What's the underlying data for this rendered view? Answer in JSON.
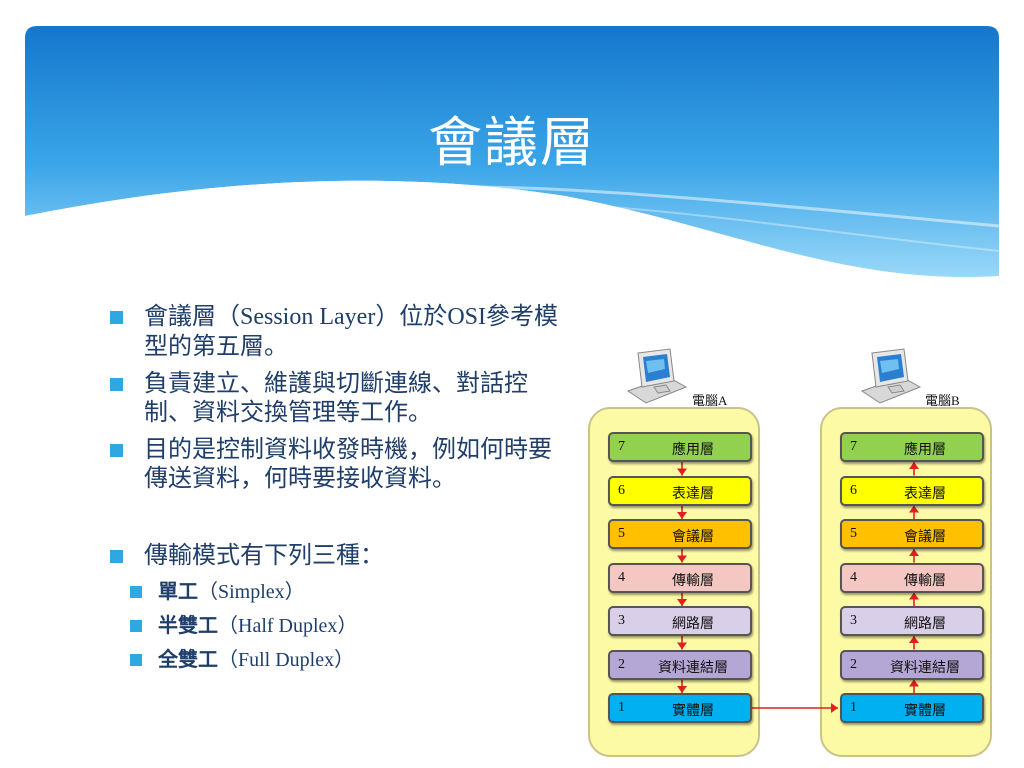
{
  "title": "會議層",
  "bullets": [
    {
      "pre": "會議層（",
      "latin": "Session Layer",
      "mid": "）位於",
      "latin2": "OSI",
      "post": "參考模型的第五層。"
    },
    {
      "text": "負責建立、維護與切斷連線、對話控制、資料交換管理等工作。"
    },
    {
      "text": "目的是控制資料收發時機，例如何時要傳送資料，何時要接收資料。"
    },
    {
      "text": "傳輸模式有下列三種："
    }
  ],
  "modes": [
    {
      "name": "單工",
      "open": "（",
      "latin": "Simplex",
      "close": "）"
    },
    {
      "name": "半雙工",
      "open": "（",
      "latin": "Half Duplex",
      "close": "）"
    },
    {
      "name": "全雙工",
      "open": "（",
      "latin": "Full Duplex",
      "close": "）"
    }
  ],
  "diagram": {
    "computer_a": "電腦A",
    "computer_b": "電腦B",
    "layers": [
      {
        "num": "7",
        "name": "應用層",
        "color": "#92d050"
      },
      {
        "num": "6",
        "name": "表達層",
        "color": "#ffff00"
      },
      {
        "num": "5",
        "name": "會議層",
        "color": "#ffc000"
      },
      {
        "num": "4",
        "name": "傳輸層",
        "color": "#f4c7c3"
      },
      {
        "num": "3",
        "name": "網路層",
        "color": "#d9cfe9"
      },
      {
        "num": "2",
        "name": "資料連結層",
        "color": "#b4a7d6"
      },
      {
        "num": "1",
        "name": "實體層",
        "color": "#00b0f0"
      }
    ]
  },
  "colors": {
    "header_top": "#1a7fd0",
    "header_bottom": "#8fd3f8",
    "bullet": "#2ea8e0",
    "text": "#1f3e6a",
    "arrow": "#e02020"
  }
}
